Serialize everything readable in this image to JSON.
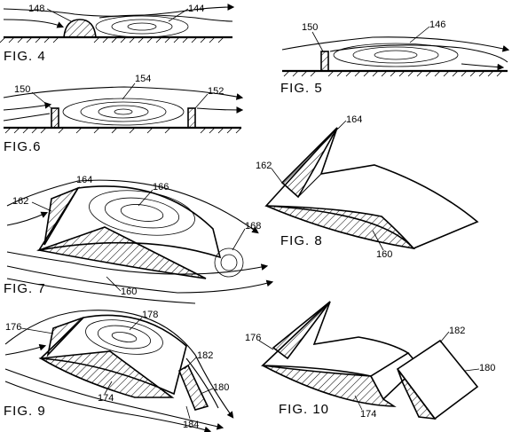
{
  "figures": {
    "fig4": {
      "label": "FIG. 4",
      "refs": [
        "148",
        "144"
      ]
    },
    "fig5": {
      "label": "FIG. 5",
      "refs": [
        "150",
        "146"
      ]
    },
    "fig6": {
      "label": "FIG.6",
      "refs": [
        "150",
        "154",
        "152"
      ]
    },
    "fig7": {
      "label": "FIG. 7",
      "refs": [
        "164",
        "166",
        "162",
        "168",
        "160"
      ]
    },
    "fig8": {
      "label": "FIG. 8",
      "refs": [
        "164",
        "162",
        "160"
      ]
    },
    "fig9": {
      "label": "FIG. 9",
      "refs": [
        "176",
        "178",
        "182",
        "180",
        "174",
        "184"
      ]
    },
    "fig10": {
      "label": "FIG. 10",
      "refs": [
        "182",
        "176",
        "180",
        "174"
      ]
    }
  }
}
